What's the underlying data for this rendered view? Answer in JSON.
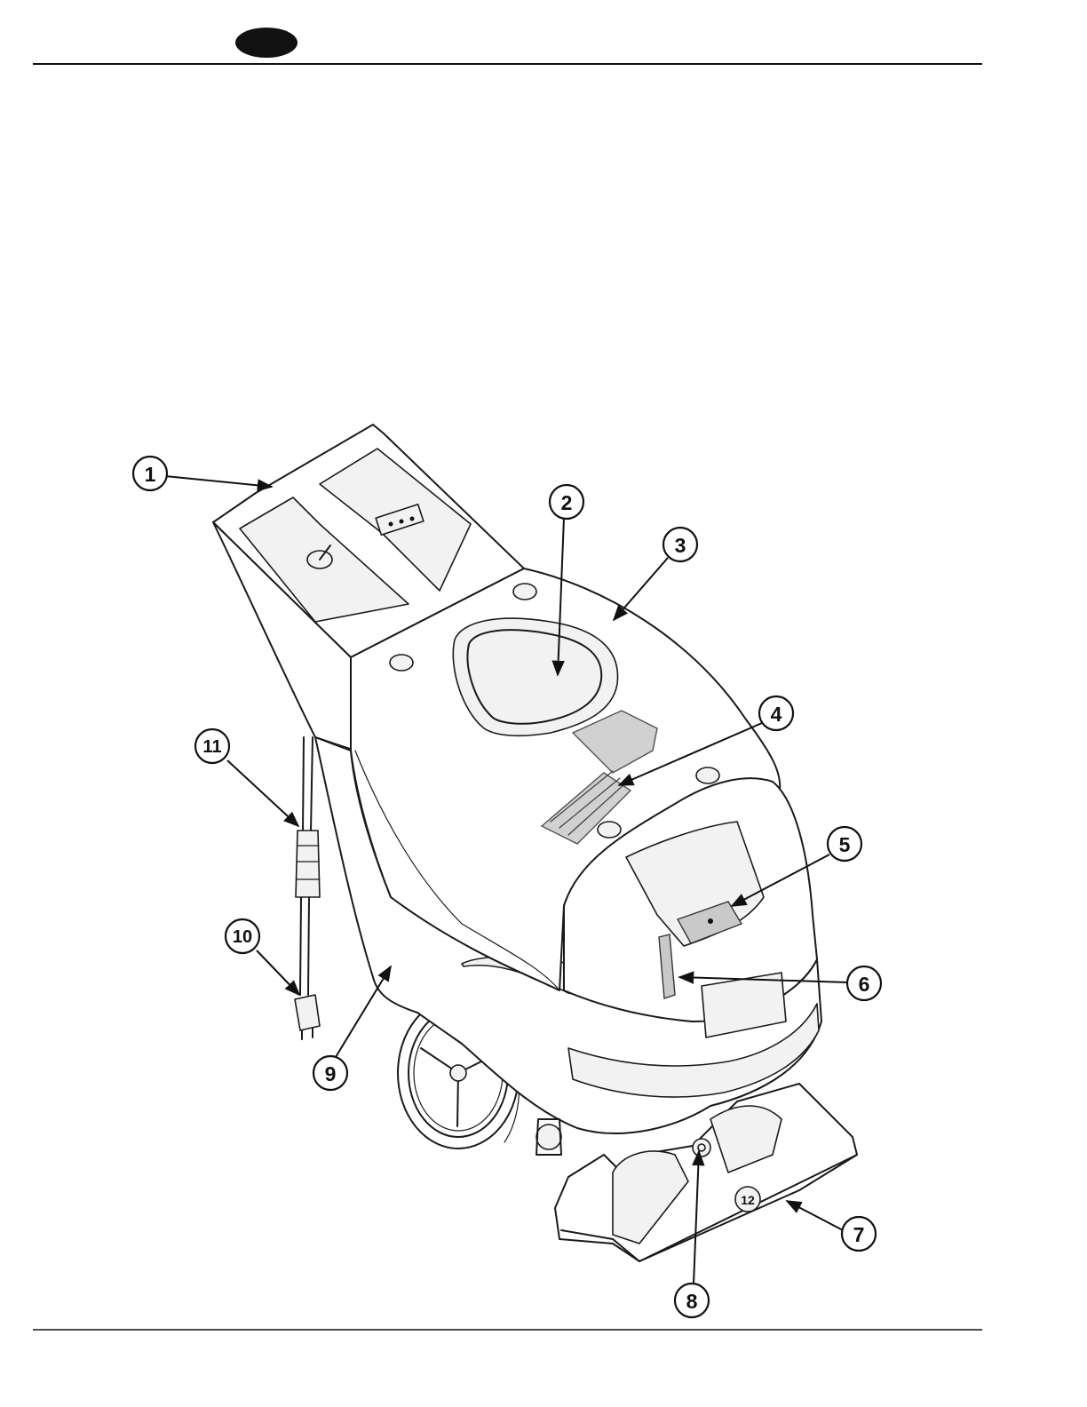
{
  "header": {
    "language_badge": ""
  },
  "diagram": {
    "callouts": [
      {
        "id": "1",
        "label": "1"
      },
      {
        "id": "2",
        "label": "2"
      },
      {
        "id": "3",
        "label": "3"
      },
      {
        "id": "4",
        "label": "4"
      },
      {
        "id": "5",
        "label": "5"
      },
      {
        "id": "6",
        "label": "6"
      },
      {
        "id": "7",
        "label": "7"
      },
      {
        "id": "8",
        "label": "8"
      },
      {
        "id": "9",
        "label": "9"
      },
      {
        "id": "10",
        "label": "10"
      },
      {
        "id": "11",
        "label": "11"
      }
    ],
    "nozzle_emblem": "12"
  },
  "colors": {
    "line": "#1a1a1a",
    "badge": "#111111",
    "background": "#ffffff"
  }
}
